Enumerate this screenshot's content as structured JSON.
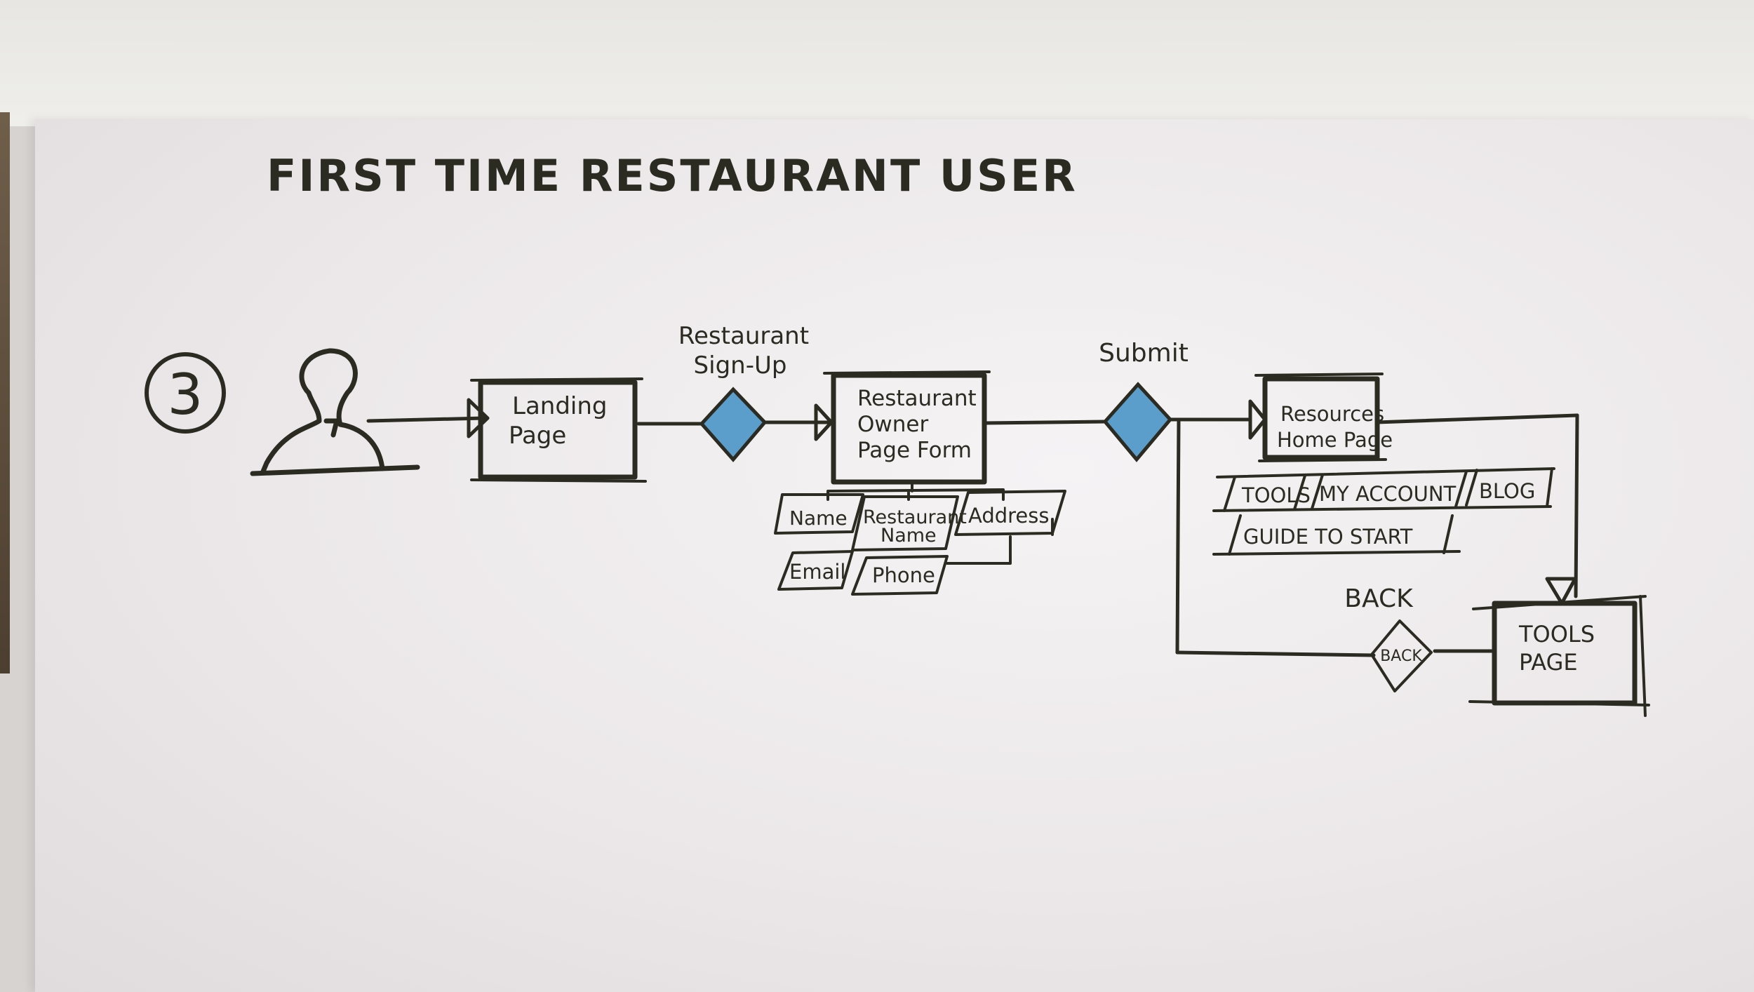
{
  "title": "FIRST TIME RESTAURANT USER",
  "step_number": "3",
  "nodes": {
    "landing": {
      "line1": "Landing",
      "line2": "Page"
    },
    "signup_decision": {
      "line1": "Restaurant",
      "line2": "Sign-Up"
    },
    "owner_form": {
      "line1": "Restaurant",
      "line2": "Owner",
      "line3": "Page Form"
    },
    "submit_decision": {
      "label": "Submit"
    },
    "resources": {
      "line1": "Resources",
      "line2": "Home Page"
    },
    "tools_page": {
      "line1": "TOOLS",
      "line2": "PAGE"
    },
    "back_decision": {
      "outer": "BACK",
      "inner": "BACK"
    }
  },
  "form_fields": {
    "name": "Name",
    "restaurant_name_1": "Restaurant",
    "restaurant_name_2": "Name",
    "address": "Address",
    "email": "Email",
    "phone": "Phone"
  },
  "resource_links": {
    "tools": "TOOLS",
    "my_account": "MY ACCOUNT",
    "blog": "BLOG",
    "guide": "GUIDE TO START"
  },
  "colors": {
    "ink": "#2b2b22",
    "decision_fill": "#5b9ecb"
  }
}
